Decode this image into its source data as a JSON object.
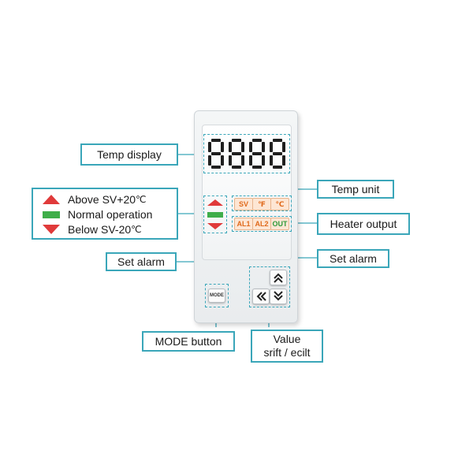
{
  "labels": {
    "temp_display": "Temp display",
    "temp_unit": "Temp unit",
    "heater_output": "Heater output",
    "set_alarm_left": "Set alarm",
    "set_alarm_right": "Set alarm",
    "mode_button": "MODE button",
    "value_line1": "Value",
    "value_line2": "srift / ecilt"
  },
  "legend": {
    "above": "Above SV+20",
    "normal": "Normal operation",
    "below": "Below SV-20",
    "unit": "℃"
  },
  "display": {
    "digits": "8888"
  },
  "indicators": {
    "sv": "SV",
    "f": "℉",
    "c": "℃",
    "al1": "AL1",
    "al2": "AL2",
    "out": "OUT"
  },
  "buttons": {
    "mode": "MODE"
  },
  "colors": {
    "callout_border": "#3aa6b9",
    "alarm_red": "#e03a3a",
    "normal_green": "#3fae4a",
    "indicator_orange": "#e06a1c",
    "indicator_green": "#2e9a3a",
    "segment_dark": "#1f1f1f"
  },
  "icons": {
    "arrow_up": "chevron-double-up-icon",
    "arrow_down": "chevron-double-down-icon",
    "arrow_left": "chevron-double-left-icon"
  }
}
